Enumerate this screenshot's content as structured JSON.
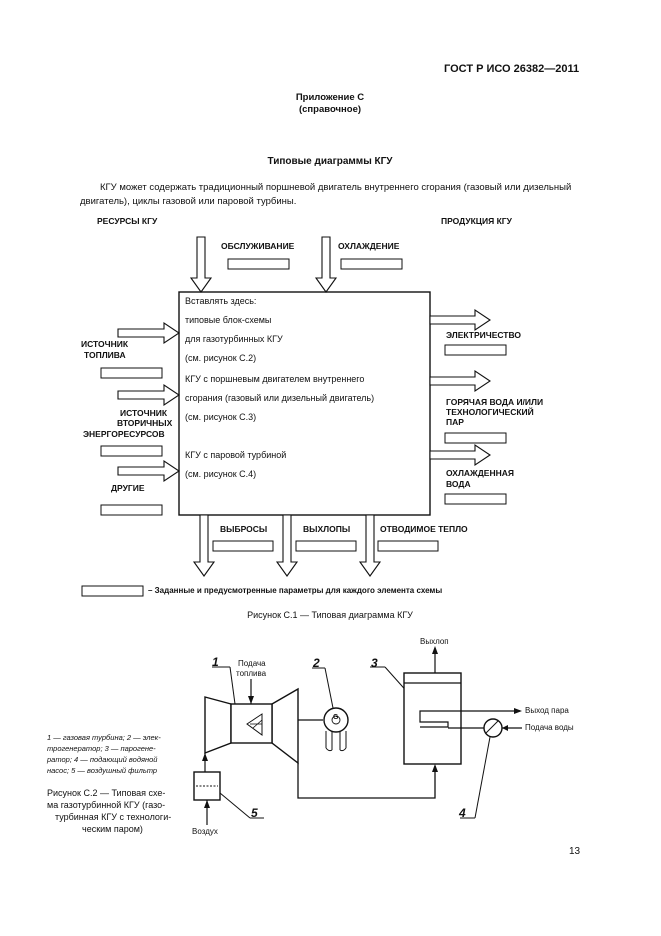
{
  "header": {
    "standard": "ГОСТ Р ИСО 26382—2011"
  },
  "appendix": {
    "title": "Приложение С",
    "subtitle": "(справочное)"
  },
  "section": {
    "title": "Типовые диаграммы КГУ",
    "paragraph_line1": "КГУ может содержать традиционный поршневой двигатель внутреннего сгорания (газовый или дизельный",
    "paragraph_line2": "двигатель), циклы газовой или паровой турбины."
  },
  "figure1": {
    "resources_label": "РЕСУРСЫ КГУ",
    "products_label": "ПРОДУКЦИЯ КГУ",
    "top": {
      "service": "ОБСЛУЖИВАНИЕ",
      "cooling": "ОХЛАЖДЕНИЕ"
    },
    "inputs": {
      "fuel_line1": "ИСТОЧНИК",
      "fuel_line2": "ТОПЛИВА",
      "secondary_line1": "ИСТОЧНИК",
      "secondary_line2": "ВТОРИЧНЫХ",
      "secondary_line3": "ЭНЕРГОРЕСУРСОВ",
      "other": "ДРУГИЕ"
    },
    "block_lines": [
      "Вставлять здесь:",
      "типовые блок-схемы",
      "для газотурбинных КГУ",
      "(см. рисунок С.2)",
      "КГУ с поршневым двигателем внутреннего",
      "сгорания (газовый или дизельный двигатель)",
      "(см. рисунок С.3)",
      "КГУ с паровой турбиной",
      "(см. рисунок С.4)"
    ],
    "outputs": {
      "electricity": "ЭЛЕКТРИЧЕСТВО",
      "hotwater_line1": "ГОРЯЧАЯ ВОДА И/ИЛИ",
      "hotwater_line2": "ТЕХНОЛОГИЧЕСКИЙ",
      "hotwater_line3": "ПАР",
      "cooled_line1": "ОХЛАЖДЕННАЯ",
      "cooled_line2": "ВОДА"
    },
    "bottom": {
      "emissions": "ВЫБРОСЫ",
      "exhaust": "ВЫХЛОПЫ",
      "heat": "ОТВОДИМОЕ ТЕПЛО"
    },
    "legend": "– Заданные и предусмотренные параметры для каждого элемента схемы",
    "caption": "Рисунок С.1 — Типовая диаграмма КГУ"
  },
  "figure2": {
    "fuel_supply_line1": "Подача",
    "fuel_supply_line2": "топлива",
    "exhaust": "Выхлоп",
    "steam_out": "Выход пара",
    "water_in": "Подача воды",
    "air": "Воздух",
    "generator_symbol": "G",
    "num1": "1",
    "num2": "2",
    "num3": "3",
    "num4": "4",
    "num5": "5",
    "legend_line1": "1 — газовая турбина; 2 — элек-",
    "legend_line2": "трогенератор; 3 — парогене-",
    "legend_line3": "ратор; 4 — подающий водяной",
    "legend_line4": "насос; 5 — воздушный фильтр",
    "caption_line1": "Рисунок С.2 — Типовая схе-",
    "caption_line2": "ма газотурбинной КГУ (газо-",
    "caption_line3": "турбинная КГУ с технологи-",
    "caption_line4": "ческим паром)"
  },
  "page_number": "13"
}
